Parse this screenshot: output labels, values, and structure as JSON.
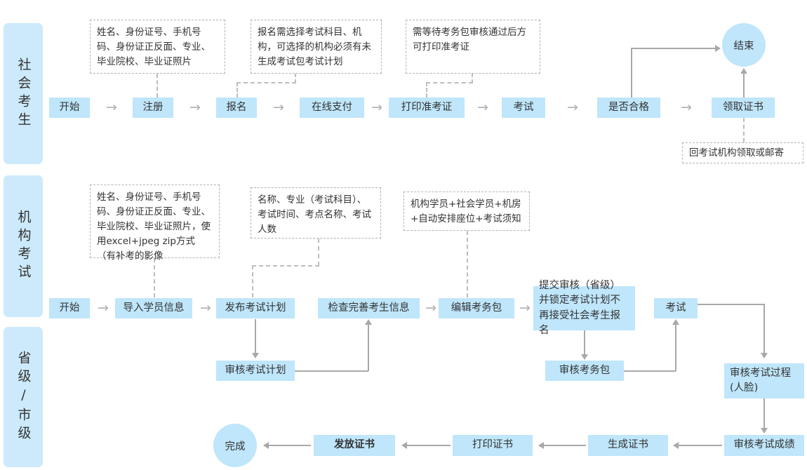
{
  "lanes": [
    {
      "label": "社会考生"
    },
    {
      "label": "机构考试"
    },
    {
      "label": "省级/市级"
    }
  ],
  "row1": {
    "notes": [
      {
        "text": "姓名、身份证号、手机号码、身份证正反面、专业、毕业院校、毕业证照片"
      },
      {
        "text": "报名需选择考试科目、机构，可选择的机构必须有未生成考试包考试计划"
      },
      {
        "text": "需等待考务包审核通过后方可打印准考证"
      },
      {
        "text": "回考试机构领取或邮寄"
      }
    ],
    "nodes": [
      {
        "label": "开始"
      },
      {
        "label": "注册"
      },
      {
        "label": "报名"
      },
      {
        "label": "在线支付"
      },
      {
        "label": "打印准考证"
      },
      {
        "label": "考试"
      },
      {
        "label": "是否合格"
      },
      {
        "label": "领取证书"
      },
      {
        "label": "结束"
      }
    ]
  },
  "row2": {
    "notes": [
      {
        "text": "姓名、身份证号、手机号码、身份证正反面、专业、毕业院校、毕业证照片，使用excel+jpeg zip方式（有补考的影像"
      },
      {
        "text": "名称、专业（考试科目）、考试时间、考点名称、考试人数"
      },
      {
        "text": "机构学员+社会学员+机房+自动安排座位+考试须知"
      }
    ],
    "nodes": [
      {
        "label": "开始"
      },
      {
        "label": "导入学员信息"
      },
      {
        "label": "发布考试计划"
      },
      {
        "label": "检查完善考生信息"
      },
      {
        "label": "编辑考务包"
      },
      {
        "label": "提交审核（省级）并锁定考试计划不再接受社会考生报名"
      },
      {
        "label": "考试"
      },
      {
        "label": "审核考试计划"
      },
      {
        "label": "审核考务包"
      },
      {
        "label": "审核考试过程(人脸)"
      }
    ]
  },
  "row3": {
    "nodes": [
      {
        "label": "完成"
      },
      {
        "label": "发放证书"
      },
      {
        "label": "打印证书"
      },
      {
        "label": "生成证书"
      },
      {
        "label": "审核考试成绩"
      }
    ]
  },
  "glyphs": {
    "arrow_right": "→"
  },
  "colors": {
    "node_fill": "#bfe6fb",
    "lane_fill": "#cceafb",
    "connector": "#a8a8a8",
    "note_border": "#b3b3b3",
    "text": "#333333"
  }
}
